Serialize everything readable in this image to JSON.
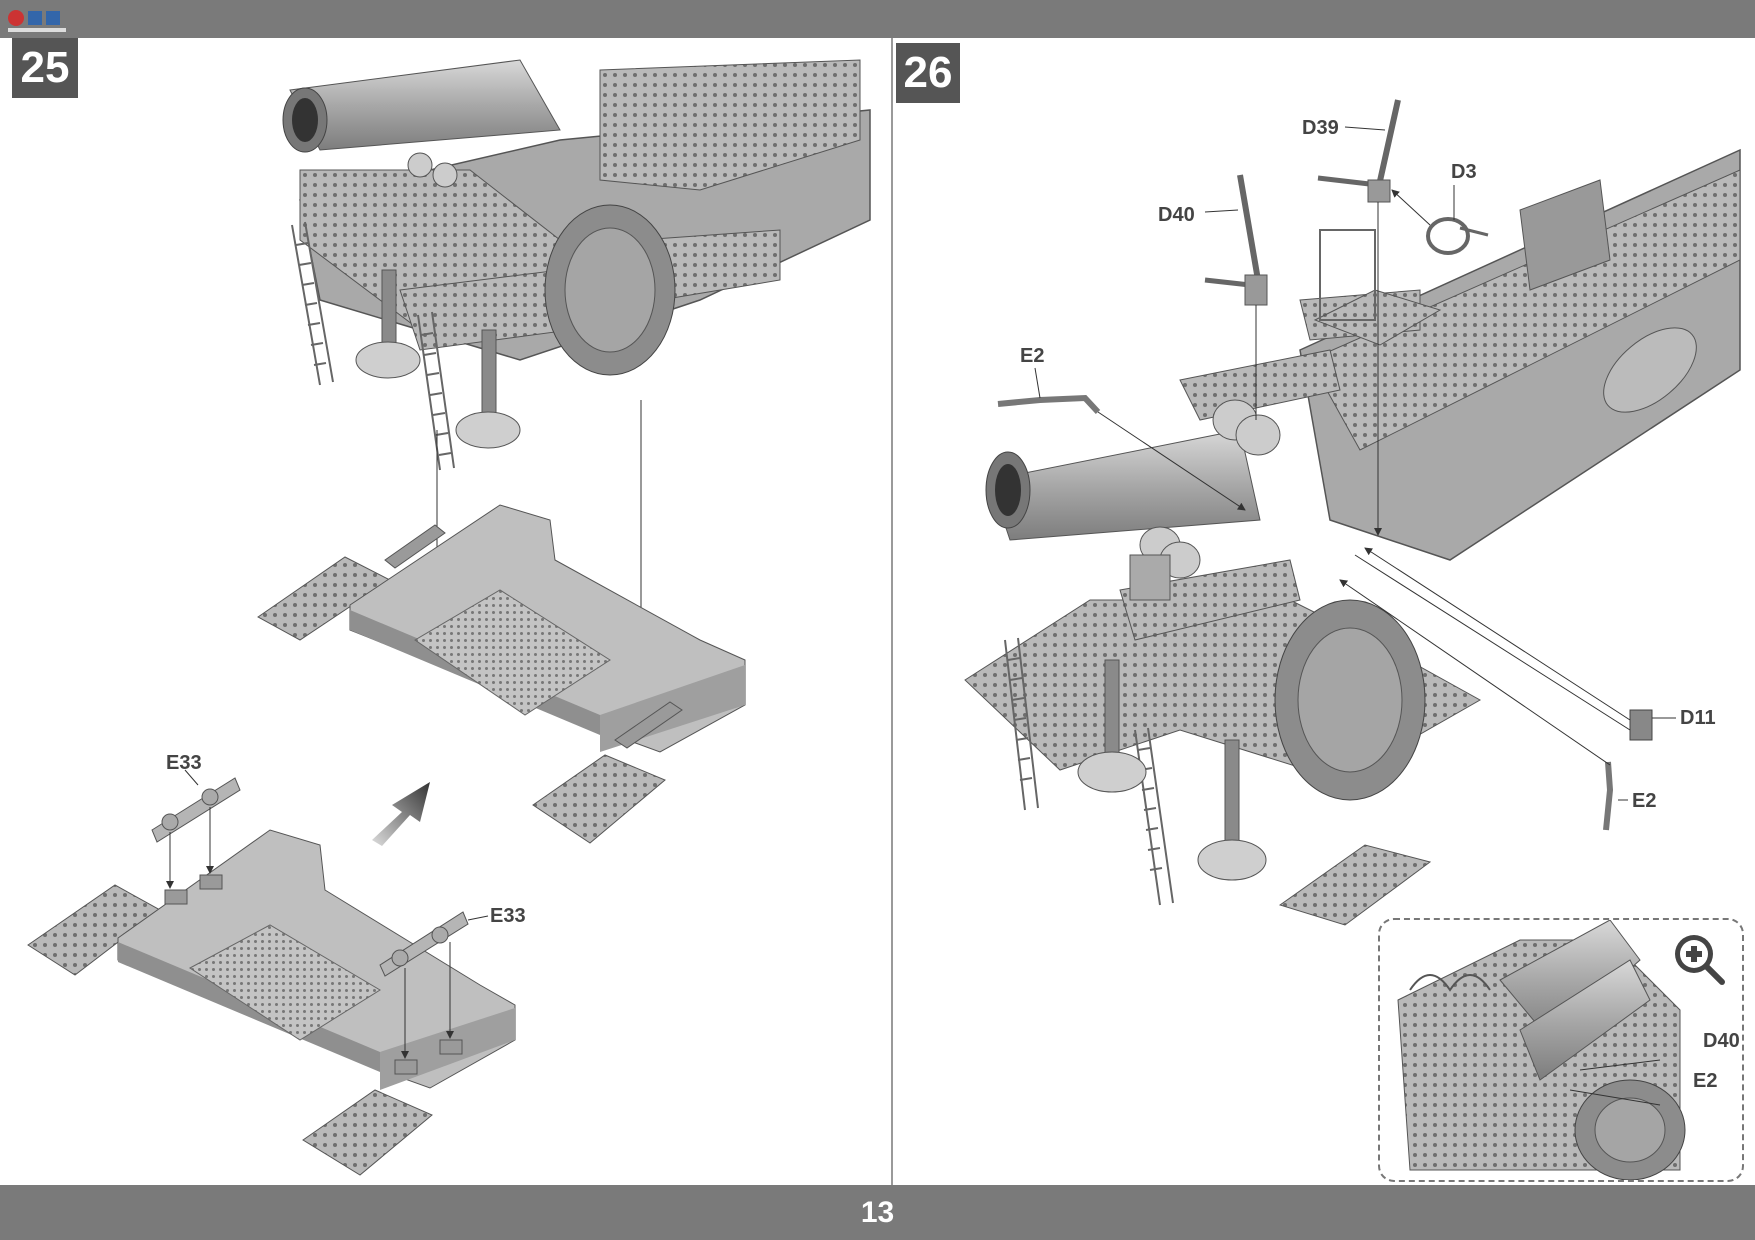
{
  "page": {
    "number": "13"
  },
  "steps": [
    {
      "number": "25"
    },
    {
      "number": "26"
    }
  ],
  "step25": {
    "labels": {
      "e33_top": "E33",
      "e33_right": "E33"
    }
  },
  "step26": {
    "labels": {
      "d39": "D39",
      "d3": "D3",
      "d40": "D40",
      "e2_top": "E2",
      "d11": "D11",
      "e2_bottom": "E2"
    },
    "detail": {
      "labels": {
        "d40": "D40",
        "e2": "E2"
      }
    }
  },
  "icons": [
    "magnifier-plus-icon",
    "arrow-icon",
    "site-logo-icon"
  ]
}
